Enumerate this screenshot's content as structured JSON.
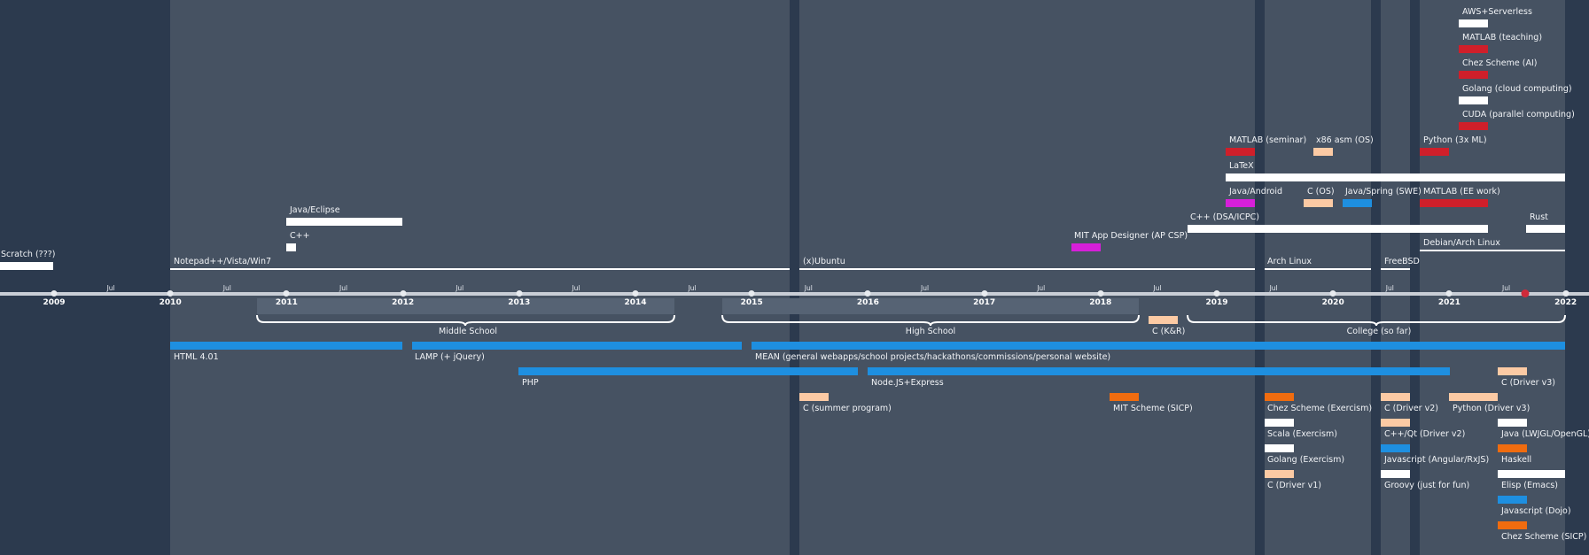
{
  "axis": {
    "years": [
      "2009",
      "2010",
      "2011",
      "2012",
      "2013",
      "2014",
      "2015",
      "2016",
      "2017",
      "2018",
      "2019",
      "2020",
      "2021",
      "2022"
    ],
    "mid_label": "Jul"
  },
  "periods": [
    {
      "label": "Middle School"
    },
    {
      "label": "High School"
    },
    {
      "label": "College (so far)"
    }
  ],
  "items": [
    {
      "label": "Scratch (???)",
      "color": "#ffffff"
    },
    {
      "label": "C++",
      "color": "#ffffff"
    },
    {
      "label": "Java/Eclipse",
      "color": "#ffffff"
    },
    {
      "label": "Notepad++/Vista/Win7",
      "color": "#ffffff"
    },
    {
      "label": "(x)Ubuntu",
      "color": "#ffffff"
    },
    {
      "label": "MIT App Designer (AP CSP)",
      "color": "#d61fd9"
    },
    {
      "label": "C++ (DSA/ICPC)",
      "color": "#ffffff"
    },
    {
      "label": "Arch Linux",
      "color": "#ffffff"
    },
    {
      "label": "FreeBSD",
      "color": "#ffffff"
    },
    {
      "label": "Debian/Arch Linux",
      "color": "#ffffff"
    },
    {
      "label": "Rust",
      "color": "#ffffff"
    },
    {
      "label": "Java/Android",
      "color": "#d61fd9"
    },
    {
      "label": "C (OS)",
      "color": "#fccaa4"
    },
    {
      "label": "Java/Spring (SWE)",
      "color": "#1e8fe0"
    },
    {
      "label": "MATLAB (EE work)",
      "color": "#cf1f2a"
    },
    {
      "label": "LaTeX",
      "color": "#ffffff"
    },
    {
      "label": "MATLAB (seminar)",
      "color": "#cf1f2a"
    },
    {
      "label": "x86 asm (OS)",
      "color": "#fccaa4"
    },
    {
      "label": "Python (3x ML)",
      "color": "#cf1f2a"
    },
    {
      "label": "CUDA (parallel computing)",
      "color": "#cf1f2a"
    },
    {
      "label": "Golang (cloud computing)",
      "color": "#ffffff"
    },
    {
      "label": "Chez Scheme (AI)",
      "color": "#cf1f2a"
    },
    {
      "label": "MATLAB (teaching)",
      "color": "#cf1f2a"
    },
    {
      "label": "AWS+Serverless",
      "color": "#ffffff"
    },
    {
      "label": "HTML 4.01",
      "color": "#1e8fe0"
    },
    {
      "label": "LAMP (+ jQuery)",
      "color": "#1e8fe0"
    },
    {
      "label": "MEAN (general webapps/school projects/hackathons/commissions/personal website)",
      "color": "#1e8fe0"
    },
    {
      "label": "PHP",
      "color": "#1e8fe0"
    },
    {
      "label": "Node.JS+Express",
      "color": "#1e8fe0"
    },
    {
      "label": "C (K&R)",
      "color": "#fccaa4"
    },
    {
      "label": "C (summer program)",
      "color": "#fccaa4"
    },
    {
      "label": "MIT Scheme (SICP)",
      "color": "#f06c0f"
    },
    {
      "label": "Chez Scheme (Exercism)",
      "color": "#f06c0f"
    },
    {
      "label": "Scala (Exercism)",
      "color": "#ffffff"
    },
    {
      "label": "Golang (Exercism)",
      "color": "#ffffff"
    },
    {
      "label": "C (Driver v1)",
      "color": "#fccaa4"
    },
    {
      "label": "C (Driver v2)",
      "color": "#fccaa4"
    },
    {
      "label": "C++/Qt (Driver v2)",
      "color": "#fccaa4"
    },
    {
      "label": "Javascript (Angular/RxJS)",
      "color": "#1e8fe0"
    },
    {
      "label": "Groovy (just for fun)",
      "color": "#ffffff"
    },
    {
      "label": "Python (Driver v3)",
      "color": "#fccaa4"
    },
    {
      "label": "C (Driver v3)",
      "color": "#fccaa4"
    },
    {
      "label": "Java (LWJGL/OpenGL)",
      "color": "#ffffff"
    },
    {
      "label": "Haskell",
      "color": "#f06c0f"
    },
    {
      "label": "Elisp (Emacs)",
      "color": "#ffffff"
    },
    {
      "label": "Javascript (Dojo)",
      "color": "#1e8fe0"
    },
    {
      "label": "Chez Scheme (SICP)",
      "color": "#f06c0f"
    }
  ]
}
